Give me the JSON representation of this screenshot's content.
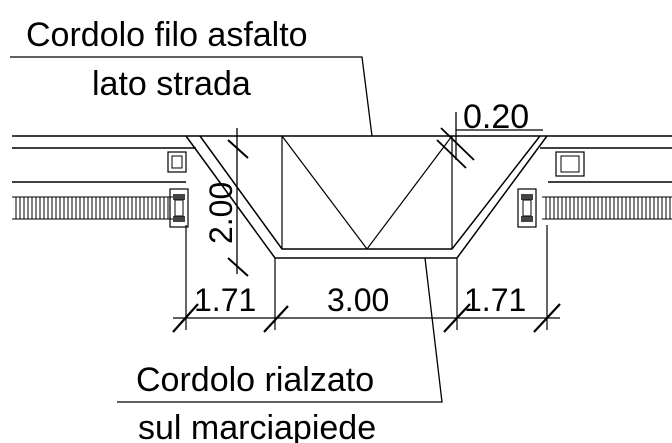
{
  "labels": {
    "top_line1": "Cordolo filo asfalto",
    "top_line2": "lato strada",
    "bottom_line1": "Cordolo rialzato",
    "bottom_line2": "sul marciapiede"
  },
  "dimensions": {
    "curb_width": "0.20",
    "depth": "2.00",
    "left_slope": "1.71",
    "bottom_width": "3.00",
    "right_slope": "1.71"
  }
}
